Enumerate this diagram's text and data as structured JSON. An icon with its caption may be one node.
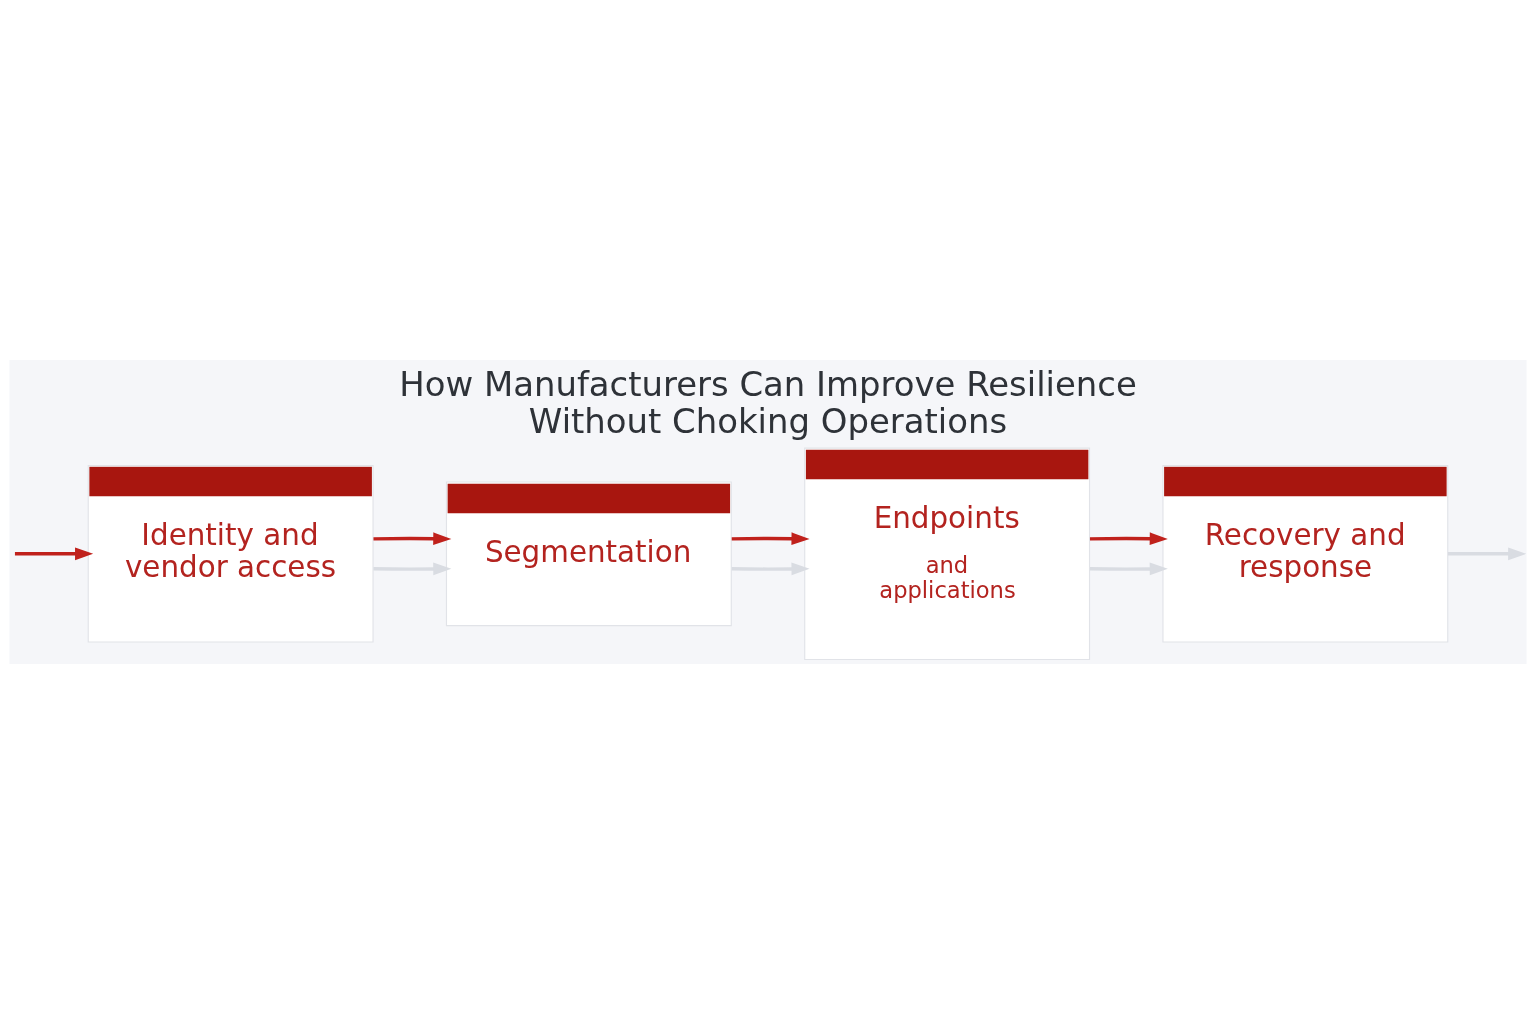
{
  "diagram": {
    "title": "How Manufacturers Can Improve Resilience Without Choking Operations",
    "nodes": [
      {
        "text": [
          "Identity and vendor access"
        ]
      },
      {
        "text": [
          "Segmentation"
        ]
      },
      {
        "text": [
          "Endpoints",
          "and applications"
        ]
      },
      {
        "text": [
          "Recovery and response"
        ]
      }
    ],
    "edges": [
      {
        "from": null,
        "to": 0,
        "arrow": "to",
        "color": "#c0211c"
      },
      {
        "from": 0,
        "to": 1,
        "arrow": "to",
        "color": "#d9dce2"
      },
      {
        "from": 0,
        "to": 1,
        "arrow": "to",
        "color": "#c0211c"
      },
      {
        "from": 1,
        "to": 2,
        "arrow": "to",
        "color": "#d9dce2"
      },
      {
        "from": 1,
        "to": 2,
        "arrow": "to",
        "color": "#c0211c"
      },
      {
        "from": 2,
        "to": 3,
        "arrow": "to",
        "color": "#d9dce2"
      },
      {
        "from": 2,
        "to": 3,
        "arrow": "to",
        "color": "#c0211c"
      },
      {
        "from": 3,
        "to": null,
        "arrow": "to",
        "color": "#d9dce2"
      }
    ]
  }
}
